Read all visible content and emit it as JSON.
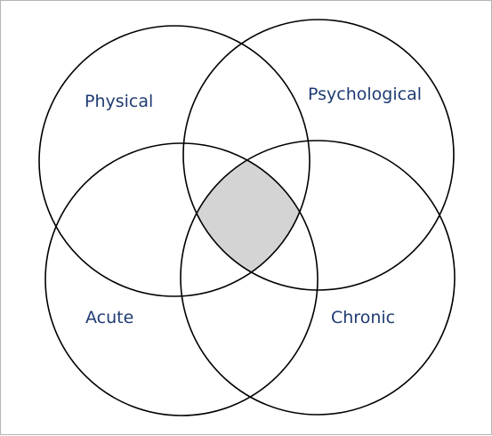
{
  "diagram": {
    "sets": [
      {
        "id": "physical",
        "label": "Physical"
      },
      {
        "id": "psychological",
        "label": "Psychological"
      },
      {
        "id": "acute",
        "label": "Acute"
      },
      {
        "id": "chronic",
        "label": "Chronic"
      }
    ],
    "highlighted_region": [
      "physical",
      "psychological",
      "acute",
      "chronic"
    ],
    "colors": {
      "label_text": "#1f3b73",
      "circle_stroke": "#000000",
      "highlight_fill": "#d4d4d4",
      "background": "#ffffff",
      "frame_border": "#b5b5b5"
    }
  }
}
